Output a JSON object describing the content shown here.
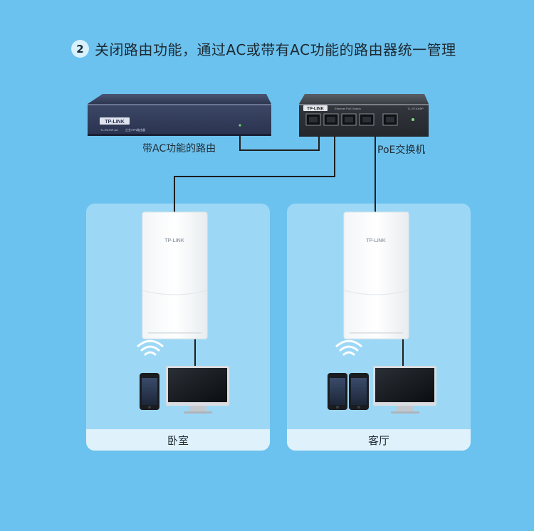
{
  "heading": {
    "step": "2",
    "text": "关闭路由功能，通过AC或带有AC功能的路由器统一管理"
  },
  "router": {
    "label": "带AC功能的路由",
    "brand": "TP-LINK",
    "model": "TL-R473P-AC",
    "model_desc": "企业VPN路由器"
  },
  "switch": {
    "label": "PoE交换机",
    "brand": "TP-LINK",
    "model": "TL-SF1005P",
    "desc": "Ethernet PoE Switch"
  },
  "rooms": [
    {
      "label": "卧室"
    },
    {
      "label": "客厅"
    }
  ],
  "ap": {
    "brand": "TP-LINK"
  },
  "colors": {
    "background": "#6cc2ee",
    "room_panel": "#9cd8f6",
    "room_label_bar": "#dff2fc",
    "cable": "#1e1e1e",
    "wifi_signal": "#ffffff"
  }
}
